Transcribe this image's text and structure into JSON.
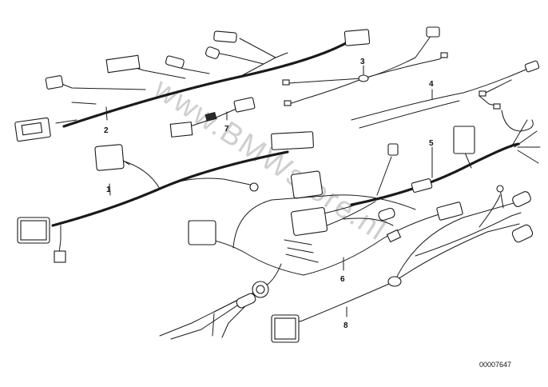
{
  "diagram": {
    "watermark": "www.BMWstore.nl",
    "document_number": "00007647",
    "part_labels": [
      "1",
      "2",
      "3",
      "4",
      "5",
      "6",
      "7",
      "8"
    ]
  }
}
